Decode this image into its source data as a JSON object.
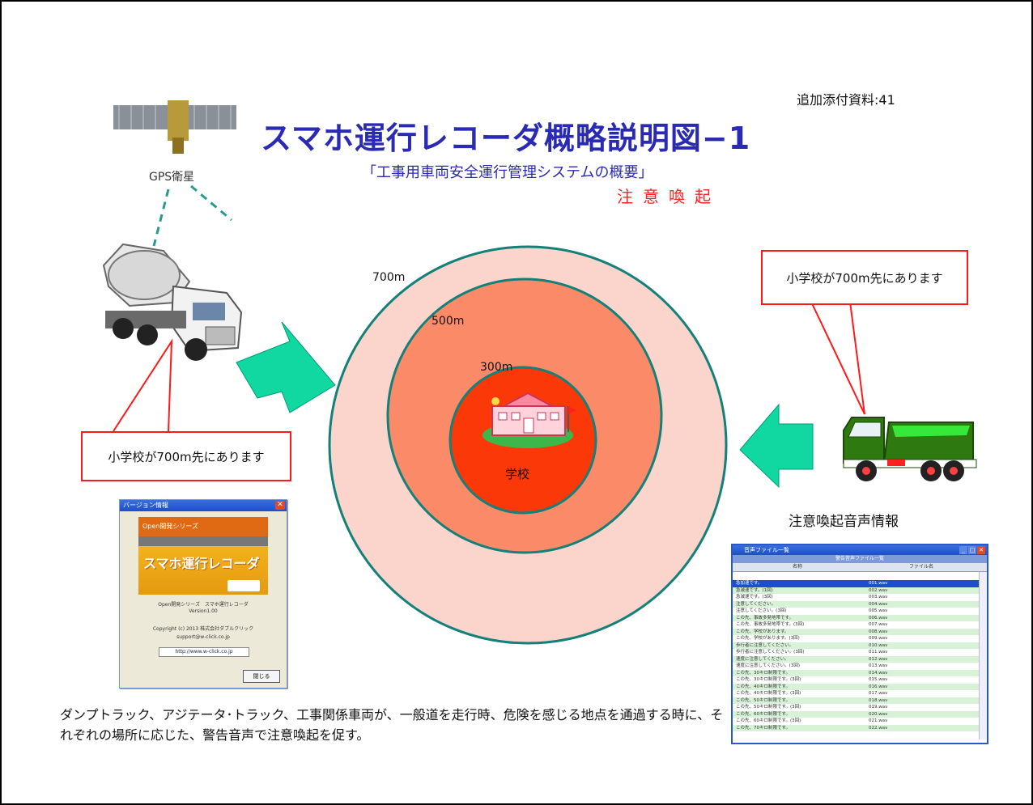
{
  "header": {
    "doc_ref": "追加添付資料:41",
    "title": "スマホ運行レコーダ概略説明図−1",
    "subtitle": "「工事用車両安全運行管理システムの概要」",
    "caution": "注意喚起"
  },
  "gps": {
    "label": "GPS衛星"
  },
  "zones": {
    "ring_700": "700m",
    "ring_500": "500m",
    "ring_300": "300m",
    "school": "学校"
  },
  "callouts": {
    "left": "小学校が700m先にあります",
    "right": "小学校が700m先にあります"
  },
  "voice_info": {
    "title": "注意喚起音声情報"
  },
  "description": "ダンプトラック、アジテータ･トラック、工事関係車両が、一般道を走行時、危険を感じる地点を通過する時に、それぞれの場所に応じた、警告音声で注意喚起を促す。",
  "version_window": {
    "title": "バージョン情報",
    "banner_top": "Open開発シリーズ",
    "logo": "スマホ運行レコーダ",
    "line1": "Open開発シリーズ　スマホ運行レコーダ",
    "line2": "Version1.00",
    "line3": "Copyright (c) 2013 株式会社ダブルクリック",
    "line4": "support@w-click.co.jp",
    "url": "http://www.w-click.co.jp",
    "close": "閉じる"
  },
  "voice_window": {
    "title": "音声ファイル一覧",
    "heading": "警告音声ファイル一覧",
    "col_name": "名称",
    "col_file": "ファイル名",
    "rows": [
      {
        "name": "急加速です。",
        "file": "001.wav"
      },
      {
        "name": "急減速です。(1回)",
        "file": "002.wav"
      },
      {
        "name": "急減速です。(3回)",
        "file": "003.wav"
      },
      {
        "name": "注意してください。",
        "file": "004.wav"
      },
      {
        "name": "注意してください。(3回)",
        "file": "005.wav"
      },
      {
        "name": "この先、事故多発地帯です。",
        "file": "006.wav"
      },
      {
        "name": "この先、事故多発地帯です。(3回)",
        "file": "007.wav"
      },
      {
        "name": "この先、学校があります。",
        "file": "008.wav"
      },
      {
        "name": "この先、学校があります。(3回)",
        "file": "009.wav"
      },
      {
        "name": "歩行者に注意してください。",
        "file": "010.wav"
      },
      {
        "name": "歩行者に注意してください。(3回)",
        "file": "011.wav"
      },
      {
        "name": "速度に注意してください。",
        "file": "012.wav"
      },
      {
        "name": "速度に注意してください。(3回)",
        "file": "013.wav"
      },
      {
        "name": "この先、30キロ制限です。",
        "file": "014.wav"
      },
      {
        "name": "この先、30キロ制限です。(3回)",
        "file": "015.wav"
      },
      {
        "name": "この先、40キロ制限です。",
        "file": "016.wav"
      },
      {
        "name": "この先、40キロ制限です。(3回)",
        "file": "017.wav"
      },
      {
        "name": "この先、50キロ制限です。",
        "file": "018.wav"
      },
      {
        "name": "この先、50キロ制限です。(3回)",
        "file": "019.wav"
      },
      {
        "name": "この先、60キロ制限です。",
        "file": "020.wav"
      },
      {
        "name": "この先、60キロ制限です。(3回)",
        "file": "021.wav"
      },
      {
        "name": "この先、70キロ制限です。",
        "file": "022.wav"
      }
    ]
  },
  "colors": {
    "title_blue": "#2a2ab4",
    "caution_red": "#ff2020",
    "callout_red": "#ff1a1a",
    "arrow_green": "#10d8a0",
    "ring_700": "#fbd5cc",
    "ring_500": "#fb8a68",
    "ring_300": "#fb3808",
    "ring_stroke": "#13807a"
  }
}
